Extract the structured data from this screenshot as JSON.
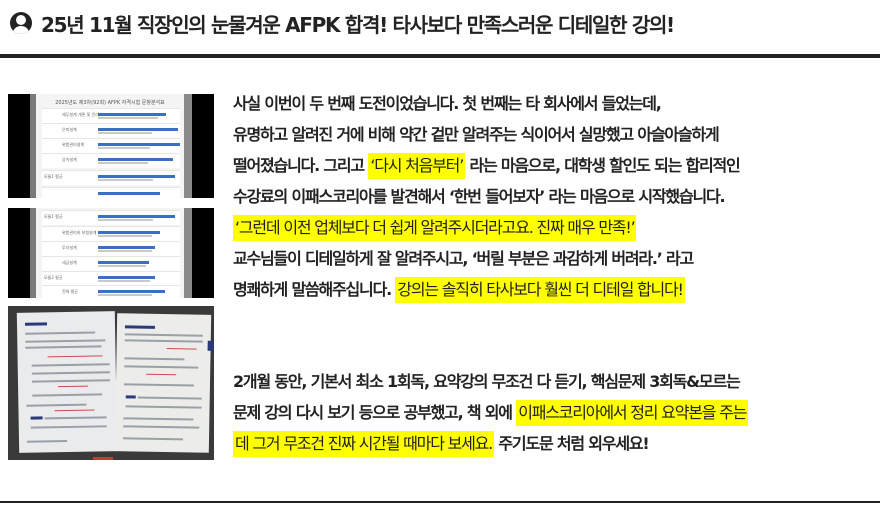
{
  "header": {
    "avatar_icon": "user-avatar-icon",
    "title": "25년 11월 직장인의 눈물겨운 AFPK 합격! 타사보다 만족스러운 디테일한 강의!"
  },
  "images": {
    "chart_top": {
      "alt": "2025년도 제3차(92회) AFPK 자격시험 문항분석표 (상단)",
      "title": "2025년도 제3차(92회) AFPK 자격시험 문항분석표",
      "rows": [
        {
          "group": "",
          "label": "재무설계 개론 및 윤리",
          "blue": 66,
          "gray": 58
        },
        {
          "group": "모듈 1 (1교시)",
          "label": "은퇴설계",
          "blue": 78,
          "gray": 52
        },
        {
          "group": "",
          "label": "위험관리설계",
          "blue": 80,
          "gray": 50
        },
        {
          "group": "",
          "label": "상속설계",
          "blue": 72,
          "gray": 48
        },
        {
          "group": "모듈1 평균",
          "label": "",
          "blue": 74,
          "gray": 52
        }
      ]
    },
    "chart_bottom": {
      "alt": "2025년도 제3차(92회) AFPK 자격시험 문항분석표 (하단)",
      "rows": [
        {
          "group": "모듈1 평균",
          "label": "",
          "blue": 74,
          "gray": 52
        },
        {
          "group": "모듈 2 (2교시)",
          "label": "위험관리와 보험설계",
          "blue": 60,
          "gray": 50
        },
        {
          "group": "",
          "label": "투자설계",
          "blue": 54,
          "gray": 50
        },
        {
          "group": "",
          "label": "세금설계",
          "blue": 48,
          "gray": 44
        },
        {
          "group": "모듈2 평균",
          "label": "",
          "blue": 54,
          "gray": 48
        },
        {
          "group": "",
          "label": "전체 평균",
          "blue": 66,
          "gray": 50
        }
      ]
    },
    "book_photo": {
      "alt": "필기가 된 AFPK 교재 펼친 사진"
    }
  },
  "body": {
    "paragraph1": {
      "line1": "사실 이번이 두 번째 도전이었습니다. 첫 번째는 타 회사에서 들었는데,",
      "line2": "유명하고 알려진 거에 비해 약간 겉만 알려주는 식이어서 실망했고 아슬아슬하게",
      "line3_a": "떨어졌습니다. 그리고 ",
      "line3_hl": "‘다시 처음부터’",
      "line3_b": " 라는 마음으로, 대학생 할인도 되는 합리적인",
      "line4": "수강료의 이패스코리아를 발견해서 ‘한번 들어보자’ 라는 마음으로 시작했습니다.",
      "line5_hl": "‘그런데 이전 업체보다 더 쉽게 알려주시더라고요. 진짜 매우 만족!’",
      "line6": "교수님들이 디테일하게 잘 알려주시고, ‘버릴 부분은 과감하게 버려라.’ 라고",
      "line7_a": "명쾌하게 말씀해주십니다. ",
      "line7_hl": "강의는 솔직히 타사보다 훨씬 더 디테일 합니다!"
    },
    "paragraph2": {
      "line1": "2개월 동안, 기본서 최소 1회독, 요약강의 무조건 다 듣기, 핵심문제 3회독&모르는",
      "line2_a": "문제 강의 다시 보기 등으로 공부했고, 책 외에 ",
      "line2_hl": "이패스코리아에서 정리 요약본을 주는",
      "line3_hl": "데 그거 무조건 진짜 시간될 때마다 보세요.",
      "line3_b": " 주기도문 처럼 외우세요!"
    }
  },
  "colors": {
    "text": "#222222",
    "highlight": "#ffff00",
    "divider": "#222222",
    "chart_blue": "#3b6fc6",
    "chart_gray": "#c9c9c9"
  }
}
